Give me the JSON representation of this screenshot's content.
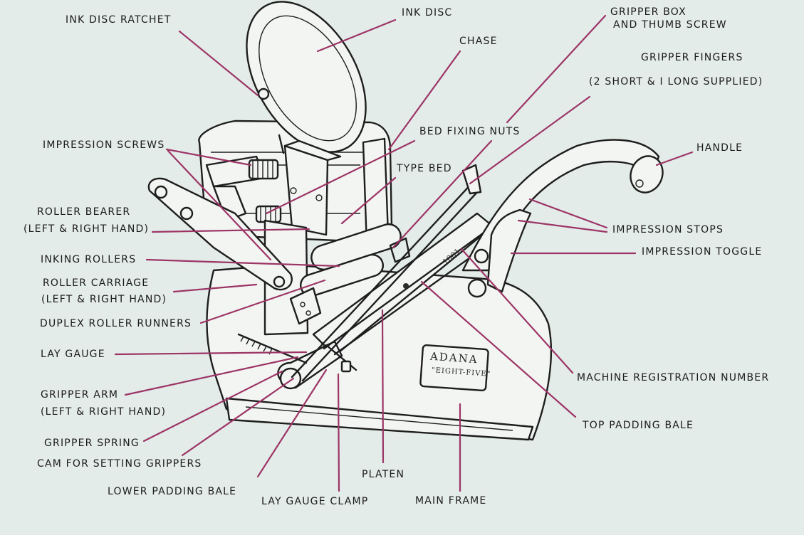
{
  "labels": {
    "ink_disc_ratchet": "INK DISC RATCHET",
    "ink_disc": "INK DISC",
    "gripper_box_line1": "GRIPPER BOX",
    "gripper_box_line2": "AND THUMB SCREW",
    "chase": "CHASE",
    "gripper_fingers": "GRIPPER FINGERS",
    "gripper_fingers_note": "(2 SHORT & I LONG SUPPLIED)",
    "bed_fixing_nuts": "BED FIXING NUTS",
    "handle": "HANDLE",
    "impression_screws": "IMPRESSION SCREWS",
    "type_bed": "TYPE BED",
    "roller_bearer_line1": "ROLLER BEARER",
    "roller_bearer_line2": "(LEFT & RIGHT HAND)",
    "impression_stops": "IMPRESSION STOPS",
    "inking_rollers": "INKING ROLLERS",
    "impression_toggle": "IMPRESSION TOGGLE",
    "roller_carriage_line1": "ROLLER CARRIAGE",
    "roller_carriage_line2": "(LEFT & RIGHT HAND)",
    "duplex_roller_runners": "DUPLEX ROLLER RUNNERS",
    "lay_gauge": "LAY GAUGE",
    "machine_registration_number": "MACHINE REGISTRATION NUMBER",
    "gripper_arm_line1": "GRIPPER ARM",
    "gripper_arm_line2": "(LEFT & RIGHT HAND)",
    "top_padding_bale": "TOP PADDING BALE",
    "gripper_spring": "GRIPPER SPRING",
    "cam_for_setting_grippers": "CAM FOR SETTING GRIPPERS",
    "platen": "PLATEN",
    "lower_padding_bale": "LOWER PADDING BALE",
    "lay_gauge_clamp": "LAY GAUGE CLAMP",
    "main_frame": "MAIN FRAME"
  },
  "machine": {
    "logo_brand": "ADANA",
    "logo_model": "\"EIGHT-FIVE\"",
    "registration_plate": "1001"
  },
  "colors": {
    "background": "#e4ecea",
    "leader_lines": "#9c3465",
    "label_text": "#1b1b1b"
  }
}
